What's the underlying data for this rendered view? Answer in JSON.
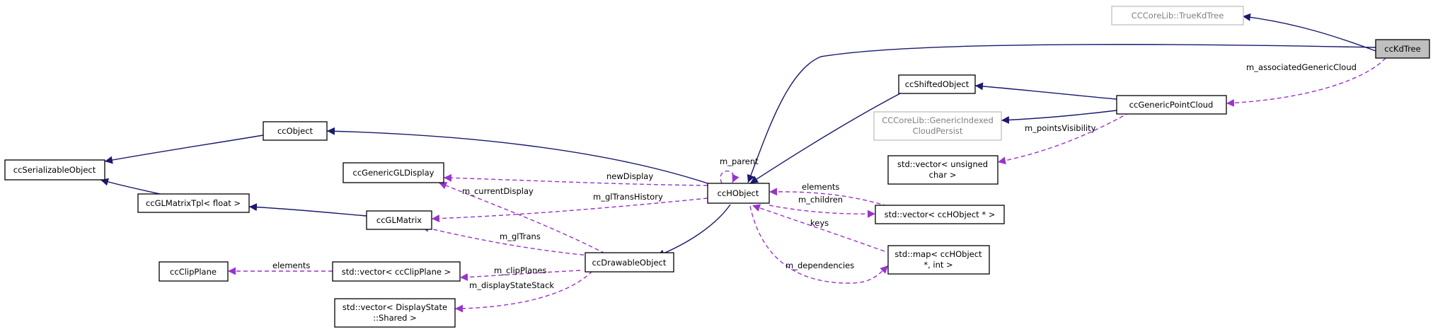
{
  "nodes": {
    "cckdtree": {
      "label": [
        "ccKdTree"
      ]
    },
    "truekdtree": {
      "label": [
        "CCCoreLib::TrueKdTree"
      ]
    },
    "genericpointcloud": {
      "label": [
        "ccGenericPointCloud"
      ]
    },
    "shiftedobject": {
      "label": [
        "ccShiftedObject"
      ]
    },
    "genericindexedcloudpersist": {
      "label": [
        "CCCoreLib::GenericIndexed",
        "CloudPersist"
      ]
    },
    "vector_uchar": {
      "label": [
        "std::vector< unsigned",
        "char >"
      ]
    },
    "hobject": {
      "label": [
        "ccHObject"
      ]
    },
    "vector_hobject": {
      "label": [
        "std::vector< ccHObject * >"
      ]
    },
    "map_hobject": {
      "label": [
        "std::map< ccHObject",
        "*, int >"
      ]
    },
    "object": {
      "label": [
        "ccObject"
      ]
    },
    "serializableobject": {
      "label": [
        "ccSerializableObject"
      ]
    },
    "genericgldisplay": {
      "label": [
        "ccGenericGLDisplay"
      ]
    },
    "glmatrixtpl": {
      "label": [
        "ccGLMatrixTpl< float >"
      ]
    },
    "glmatrix": {
      "label": [
        "ccGLMatrix"
      ]
    },
    "drawableobject": {
      "label": [
        "ccDrawableObject"
      ]
    },
    "clipplane": {
      "label": [
        "ccClipPlane"
      ]
    },
    "vector_clipplane": {
      "label": [
        "std::vector< ccClipPlane >"
      ]
    },
    "vector_displaystate": {
      "label": [
        "std::vector< DisplayState",
        "::Shared >"
      ]
    }
  },
  "edge_labels": {
    "m_associatedGenericCloud": "m_associatedGenericCloud",
    "m_pointsVisibility": "m_pointsVisibility",
    "m_parent": "m_parent",
    "newDisplay": "newDisplay",
    "elements_hobject": "elements",
    "m_children": "m_children",
    "m_glTransHistory": "m_glTransHistory",
    "m_currentDisplay": "m_currentDisplay",
    "keys": "keys",
    "m_glTrans": "m_glTrans",
    "elements_clip": "elements",
    "m_clipPlanes": "m_clipPlanes",
    "m_dependencies": "m_dependencies",
    "m_displayStateStack": "m_displayStateStack"
  },
  "colors": {
    "inheritance": "#191970",
    "usage": "#9a32cd",
    "external_border": "#bfbfbf",
    "highlight_fill": "#bfbfbf"
  }
}
